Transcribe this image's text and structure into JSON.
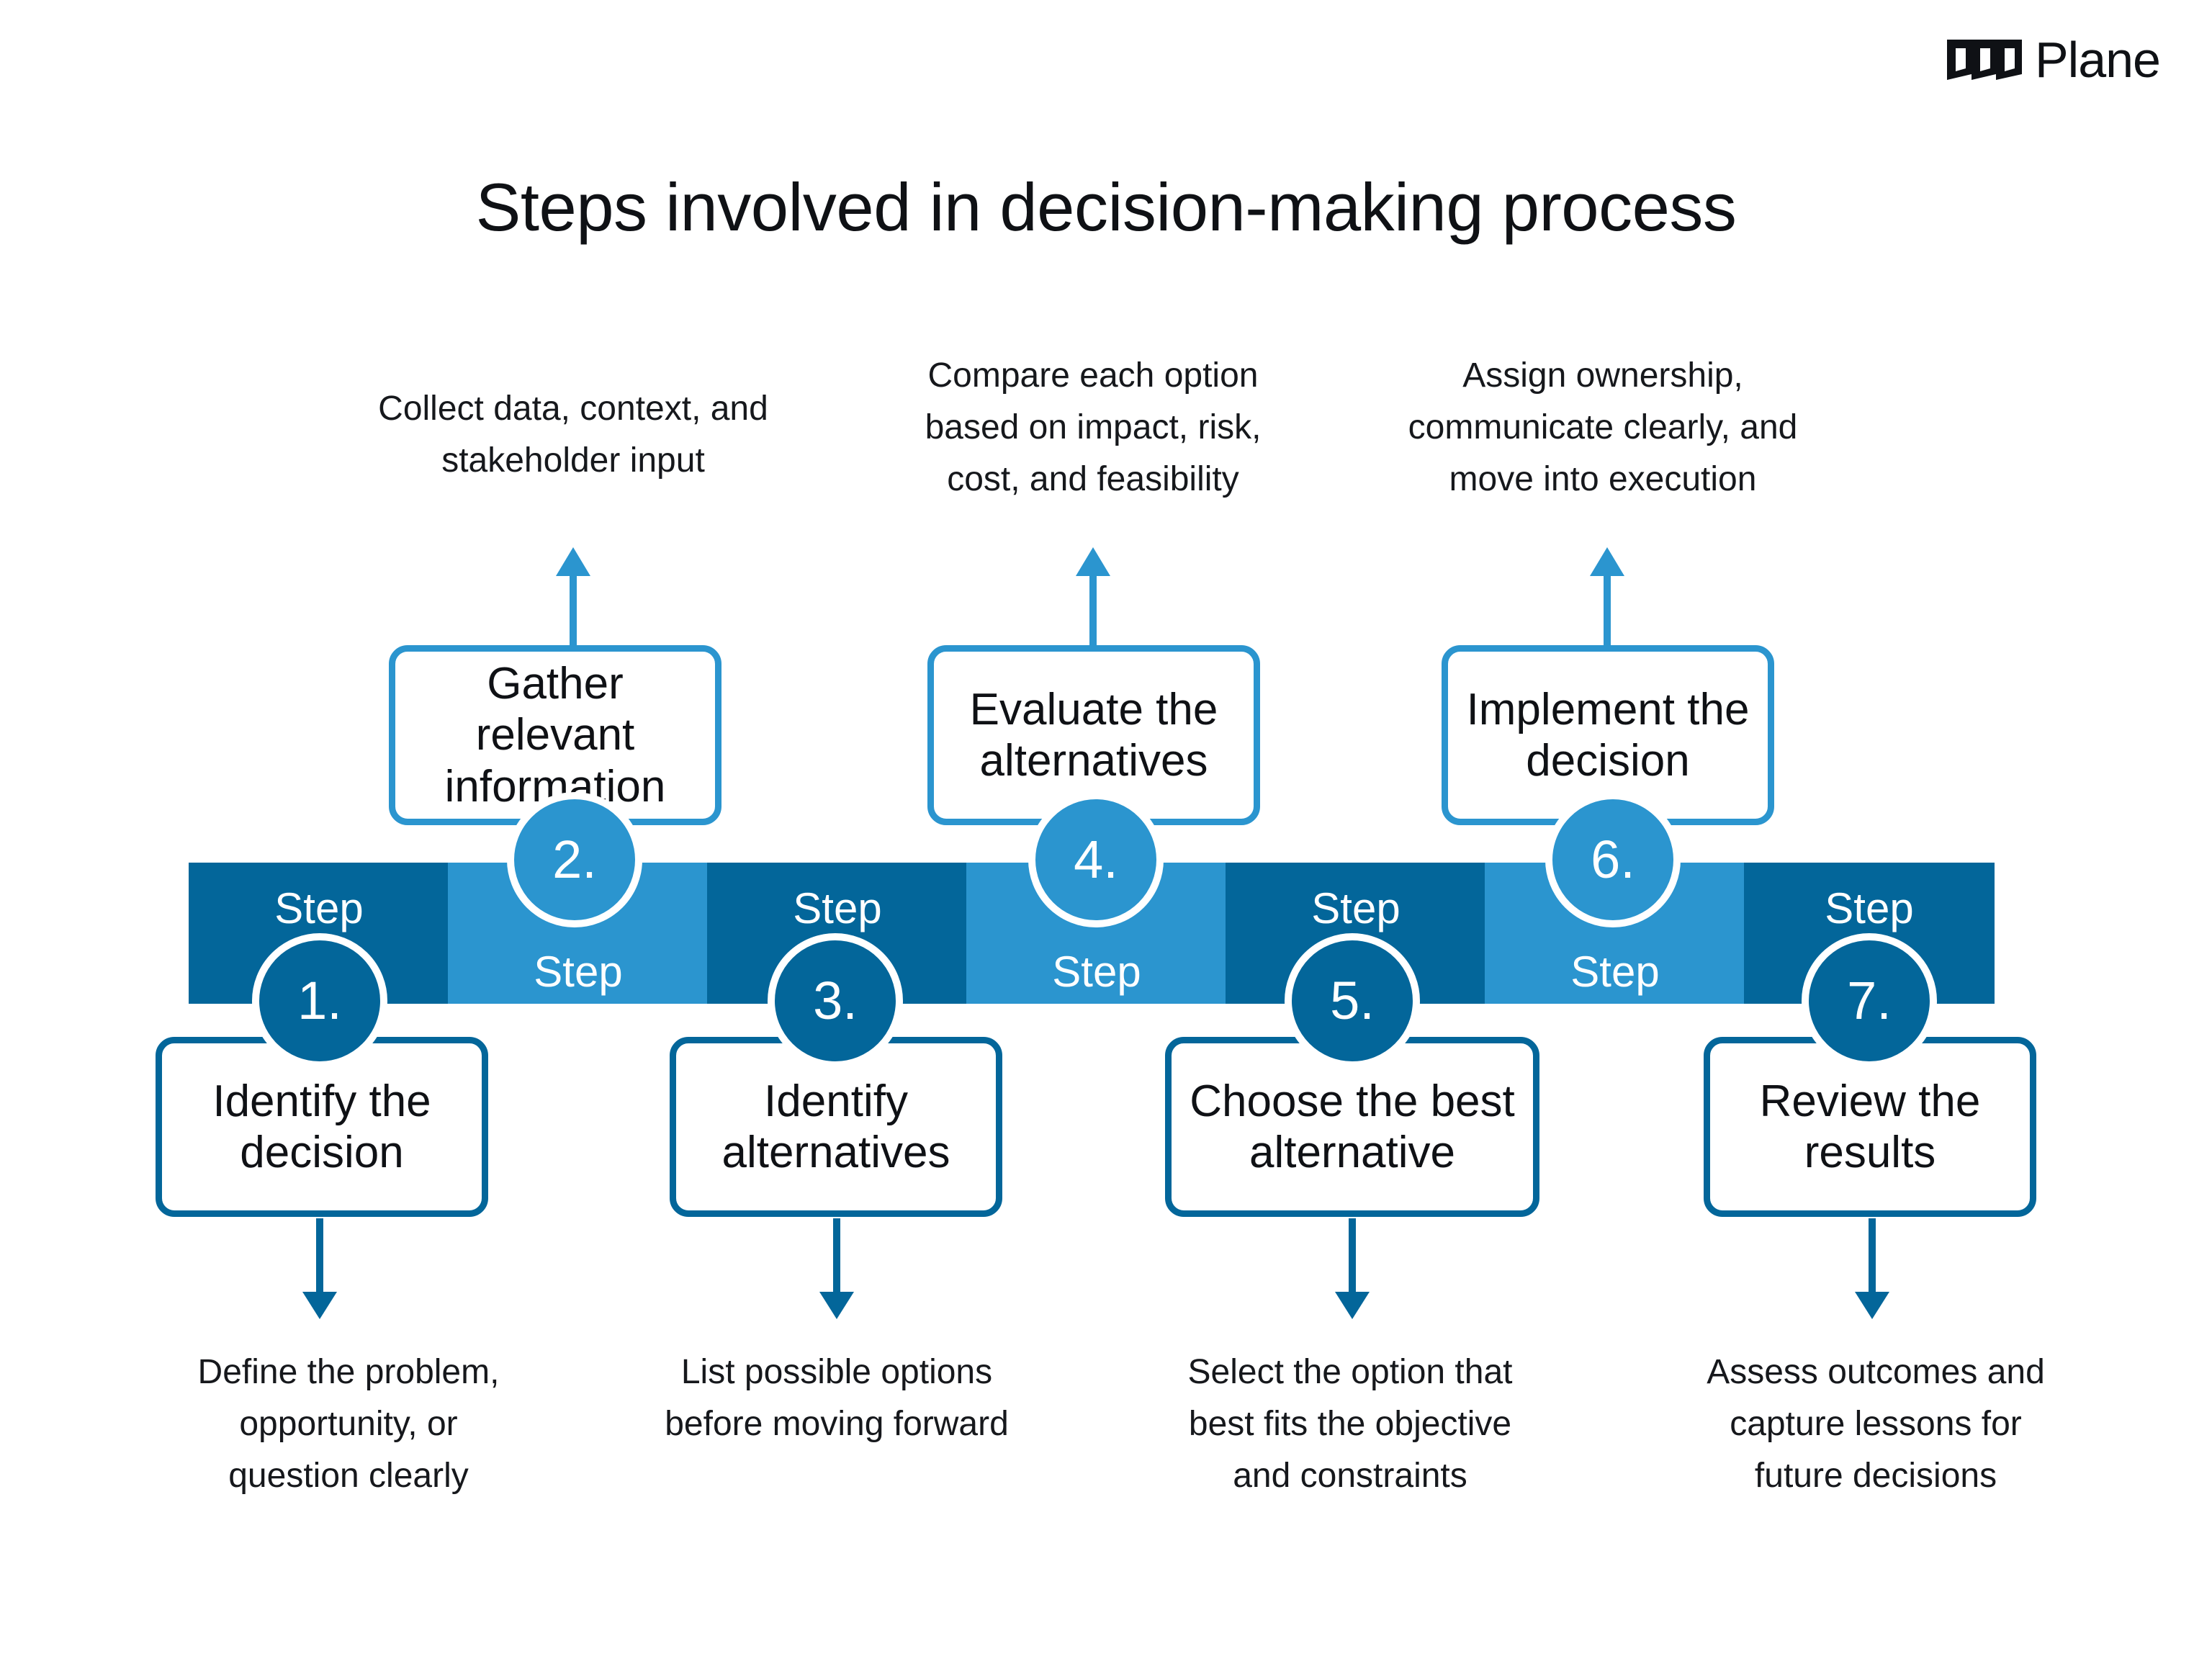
{
  "brand": {
    "name": "Plane"
  },
  "title": "Steps involved in decision-making process",
  "colors": {
    "dark_blue": "#03669a",
    "light_blue": "#2b95cf",
    "text": "#0f1115"
  },
  "steps": [
    {
      "label": "Step",
      "number": "1.",
      "title": "Identify the decision",
      "description": "Define the problem, opportunity, or question clearly"
    },
    {
      "label": "Step",
      "number": "2.",
      "title": "Gather relevant information",
      "description": "Collect data, context, and stakeholder input"
    },
    {
      "label": "Step",
      "number": "3.",
      "title": "Identify alternatives",
      "description": "List possible options before moving forward"
    },
    {
      "label": "Step",
      "number": "4.",
      "title": "Evaluate the alternatives",
      "description": "Compare each option based on impact, risk, cost, and feasibility"
    },
    {
      "label": "Step",
      "number": "5.",
      "title": "Choose the best alternative",
      "description": "Select the option that best fits the objective and constraints"
    },
    {
      "label": "Step",
      "number": "6.",
      "title": "Implement the decision",
      "description": "Assign ownership, communicate clearly, and move into execution"
    },
    {
      "label": "Step",
      "number": "7.",
      "title": "Review the results",
      "description": "Assess outcomes and capture lessons for future decisions"
    }
  ]
}
